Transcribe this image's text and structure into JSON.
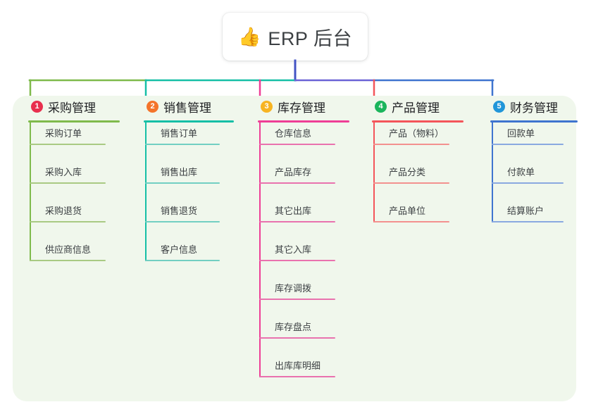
{
  "root": {
    "icon": "thumbs-up-emoji",
    "emoji": "👍",
    "title": "ERP 后台"
  },
  "theme": {
    "board_background": "#f0f7ec",
    "root_background": "#ffffff",
    "text_color": "#202124",
    "leaf_text_color": "#3c4043",
    "trunk_color": "#4353c4",
    "bar_segment_1": "#7fba4c",
    "bar_segment_2": "#16bfa6",
    "bar_segment_3": "#6b63d6",
    "bar_segment_4": "#3f74cf"
  },
  "columns": [
    {
      "number": "1",
      "title": "采购管理",
      "badge_color": "#e8304e",
      "line_color": "#7fba4c",
      "drop_color": "#7fba4c",
      "leaf_line_color": "#a9ca83",
      "items": [
        {
          "label": "采购订单"
        },
        {
          "label": "采购入库"
        },
        {
          "label": "采购退货"
        },
        {
          "label": "供应商信息"
        }
      ]
    },
    {
      "number": "2",
      "title": "销售管理",
      "badge_color": "#f4742a",
      "line_color": "#16bfa6",
      "drop_color": "#16bfa6",
      "leaf_line_color": "#72cfc2",
      "items": [
        {
          "label": "销售订单"
        },
        {
          "label": "销售出库"
        },
        {
          "label": "销售退货"
        },
        {
          "label": "客户信息"
        }
      ]
    },
    {
      "number": "3",
      "title": "库存管理",
      "badge_color": "#f7b422",
      "line_color": "#ee3e96",
      "drop_color": "#ee3e96",
      "leaf_line_color": "#e972ae",
      "items": [
        {
          "label": "仓库信息"
        },
        {
          "label": "产品库存"
        },
        {
          "label": "其它出库"
        },
        {
          "label": "其它入库"
        },
        {
          "label": "库存调拨"
        },
        {
          "label": "库存盘点"
        },
        {
          "label": "出库库明细"
        }
      ]
    },
    {
      "number": "4",
      "title": "产品管理",
      "badge_color": "#1bb55c",
      "line_color": "#f4555a",
      "drop_color": "#f4555a",
      "leaf_line_color": "#f3918f",
      "items": [
        {
          "label": "产品（物料）"
        },
        {
          "label": "产品分类"
        },
        {
          "label": "产品单位"
        }
      ]
    },
    {
      "number": "5",
      "title": "财务管理",
      "badge_color": "#2196d9",
      "line_color": "#3f74cf",
      "drop_color": "#3f74cf",
      "leaf_line_color": "#8aa9e0",
      "items": [
        {
          "label": "回款单"
        },
        {
          "label": "付款单"
        },
        {
          "label": "结算账户"
        }
      ]
    }
  ]
}
